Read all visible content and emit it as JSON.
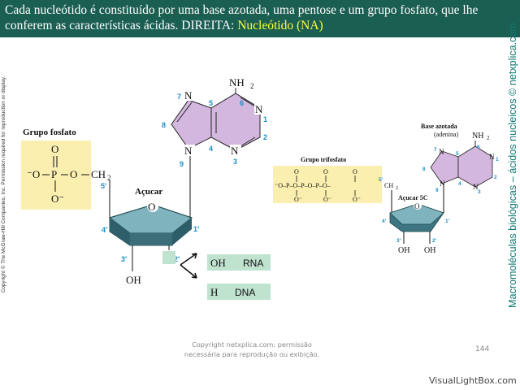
{
  "header": {
    "text": "Cada nucleótido é constituído por uma base azotada, uma pentose e um grupo fosfato, que lhe conferem as características ácidas. DIREITA: ",
    "highlight": "Nucleótido (NA)"
  },
  "copyright_left": "Copyright © The McGraw-Hill Companies, Inc. Permission required for reproduction or display.",
  "side_title": "Macromoléculas biológicas – ácidos nucleicos © netxplica.com",
  "left_diagram": {
    "phosphate_label": "Grupo fosfato",
    "sugar_label": "Açucar",
    "amine": "NH",
    "amine_sub": "2",
    "ring_numbers": [
      "7",
      "5",
      "6",
      "8",
      "1",
      "2",
      "4",
      "3",
      "9"
    ],
    "sugar_positions": [
      "5'",
      "4'",
      "1'",
      "3'",
      "2'"
    ],
    "oh": "OH",
    "rna_group": "OH",
    "rna": "RNA",
    "dna_group": "H",
    "dna": "DNA"
  },
  "right_diagram": {
    "base_label": "Base azotada",
    "base_sub": "(adenina)",
    "phosphate_label": "Grupo trifosfato",
    "sugar_label": "Açucar 5C",
    "amine": "NH",
    "amine_sub": "2",
    "ring_numbers": [
      "7",
      "5",
      "6",
      "8",
      "1",
      "2",
      "4",
      "3",
      "9"
    ],
    "sugar_positions": [
      "5'",
      "4'",
      "1'",
      "3'",
      "2'"
    ],
    "oh_left": "OH",
    "oh_right": "OH"
  },
  "footer": {
    "line1": "Copyright netxplica.com: permissão",
    "line2": "necessária para reprodução ou exibição."
  },
  "page_number": "144",
  "watermark": "VisualLightBox.com",
  "colors": {
    "header_bg": "#1b5e52",
    "highlight": "#ffff33",
    "phosphate_box": "#fbefb0",
    "base_ring": "#d4b7df",
    "sugar_ring": "#4f8c98",
    "variant_box": "#bfe3cf",
    "side_title": "#0d7a74"
  }
}
